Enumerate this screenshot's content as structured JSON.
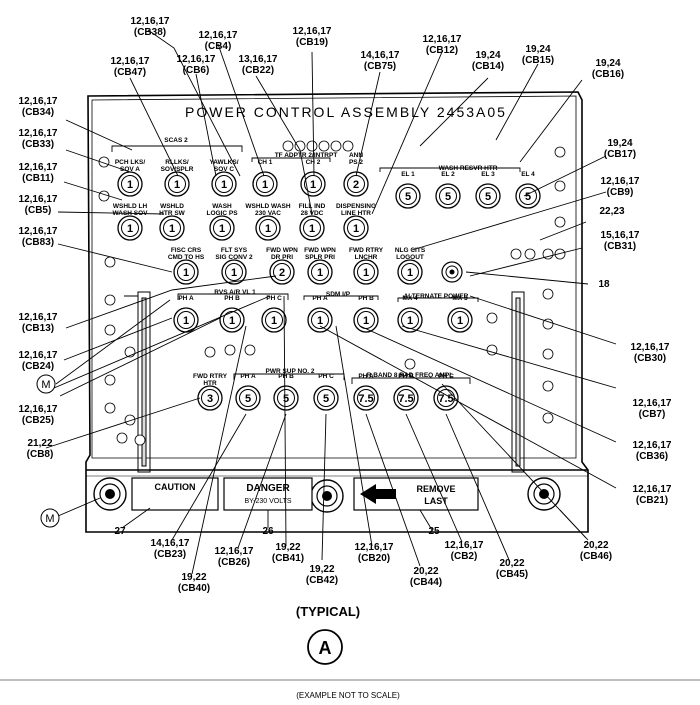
{
  "panel_title": "POWER CONTROL ASSEMBLY 2453A05",
  "view_label": "(TYPICAL)",
  "view_letter": "A",
  "footnote": "(EXAMPLE NOT TO SCALE)",
  "placards": {
    "caution": "CAUTION",
    "danger_line1": "DANGER",
    "danger_line2": "BY-230 VOLTS",
    "remove_line1": "REMOVE",
    "remove_line2": "LAST"
  },
  "group_labels": {
    "scas2": "SCAS 2",
    "tfadptr": "TF ADPTR 2/INTRPT",
    "ann": "ANN",
    "wash_resvr": "WASH RESVR HTR",
    "rvs": "RVS A/R VL 1",
    "sdm": "SDM I/P",
    "alt_power": "ALTERNATE POWER",
    "pwr_sup": "PWR SUP NO. 2",
    "r_band": "R BAND 8 RAD FREQ AMPL"
  },
  "breakers": [
    {
      "id": "cb34",
      "num": "1",
      "l1": "PCH LKS/",
      "l2": "SOV A"
    },
    {
      "id": "cb47",
      "num": "1",
      "l1": "RLLKS/",
      "l2": "SOV/SPLR"
    },
    {
      "id": "cb38",
      "num": "1",
      "l1": "YAWLKS/",
      "l2": "SOV C"
    },
    {
      "id": "cb4",
      "num": "1",
      "l1": "CH 1",
      "l2": ""
    },
    {
      "id": "cb19",
      "num": "1",
      "l1": "CH 2",
      "l2": ""
    },
    {
      "id": "cb75",
      "num": "2",
      "l1": "PS 2",
      "l2": ""
    },
    {
      "id": "cb14",
      "num": "5",
      "l1": "EL 1",
      "l2": ""
    },
    {
      "id": "cb15",
      "num": "5",
      "l1": "EL 2",
      "l2": ""
    },
    {
      "id": "cb16",
      "num": "5",
      "l1": "EL 3",
      "l2": ""
    },
    {
      "id": "cb17",
      "num": "5",
      "l1": "EL 4",
      "l2": ""
    },
    {
      "id": "cb5",
      "num": "1",
      "l1": "WSHLD LH",
      "l2": "WASH SOV"
    },
    {
      "id": "cb33",
      "num": "1",
      "l1": "WSHLD",
      "l2": "HTR SW"
    },
    {
      "id": "cb6",
      "num": "1",
      "l1": "WASH",
      "l2": "LOGIC PS"
    },
    {
      "id": "cb22",
      "num": "1",
      "l1": "WSHLD WASH",
      "l2": "230 VAC"
    },
    {
      "id": "cb12",
      "num": "1",
      "l1": "FILL IND",
      "l2": "28 VDC"
    },
    {
      "id": "cb11",
      "num": "1",
      "l1": "DISPENSING",
      "l2": "LINE HTR"
    },
    {
      "id": "cb83",
      "num": "1",
      "l1": "FISC CRS",
      "l2": "CMD TO HS"
    },
    {
      "id": "cb31",
      "num": "1",
      "l1": "FLT SYS",
      "l2": "SIG CONV 2"
    },
    {
      "id": "cb13",
      "num": "2",
      "l1": "FWD WPN",
      "l2": "DR PRI"
    },
    {
      "id": "cb9",
      "num": "1",
      "l1": "FWD WPN",
      "l2": "SPLR PRI"
    },
    {
      "id": "cb10",
      "num": "1",
      "l1": "FWD RTRY",
      "l2": "LNCHR"
    },
    {
      "id": "cb30",
      "num": "1",
      "l1": "NLG CITS",
      "l2": "LOGOUT"
    },
    {
      "id": "cb24",
      "num": "1",
      "l1": "PH A",
      "l2": ""
    },
    {
      "id": "cb25",
      "num": "1",
      "l1": "PH B",
      "l2": ""
    },
    {
      "id": "cb23",
      "num": "1",
      "l1": "PH C",
      "l2": ""
    },
    {
      "id": "cb26",
      "num": "1",
      "l1": "PH A",
      "l2": ""
    },
    {
      "id": "cb20",
      "num": "1",
      "l1": "PH B",
      "l2": ""
    },
    {
      "id": "cb7",
      "num": "1",
      "l1": "MX 4",
      "l2": ""
    },
    {
      "id": "cb36",
      "num": "1",
      "l1": "MX 5",
      "l2": ""
    },
    {
      "id": "cb8",
      "num": "3",
      "l1": "FWD RTRY",
      "l2": "HTR"
    },
    {
      "id": "cb40",
      "num": "5",
      "l1": "PH A",
      "l2": ""
    },
    {
      "id": "cb41",
      "num": "5",
      "l1": "PH B",
      "l2": ""
    },
    {
      "id": "cb42",
      "num": "5",
      "l1": "PH C",
      "l2": ""
    },
    {
      "id": "cb2",
      "num": "7.5",
      "l1": "PH A",
      "l2": ""
    },
    {
      "id": "cb44",
      "num": "7.5",
      "l1": "PH B",
      "l2": ""
    },
    {
      "id": "cb45",
      "num": "7.5",
      "l1": "PH C",
      "l2": ""
    }
  ],
  "callouts": [
    {
      "id": "t-cb38",
      "l1": "12,16,17",
      "l2": "(CB38)"
    },
    {
      "id": "t-cb4",
      "l1": "12,16,17",
      "l2": "(CB4)"
    },
    {
      "id": "t-cb19",
      "l1": "12,16,17",
      "l2": "(CB19)"
    },
    {
      "id": "t-cb47",
      "l1": "12,16,17",
      "l2": "(CB47)"
    },
    {
      "id": "t-cb6",
      "l1": "12,16,17",
      "l2": "(CB6)"
    },
    {
      "id": "t-cb22",
      "l1": "13,16,17",
      "l2": "(CB22)"
    },
    {
      "id": "t-cb75",
      "l1": "14,16,17",
      "l2": "(CB75)"
    },
    {
      "id": "t-cb12",
      "l1": "12,16,17",
      "l2": "(CB12)"
    },
    {
      "id": "t-cb14",
      "l1": "19,24",
      "l2": "(CB14)"
    },
    {
      "id": "t-cb15",
      "l1": "19,24",
      "l2": "(CB15)"
    },
    {
      "id": "t-cb16",
      "l1": "19,24",
      "l2": "(CB16)"
    },
    {
      "id": "t-cb34",
      "l1": "12,16,17",
      "l2": "(CB34)"
    },
    {
      "id": "t-cb33",
      "l1": "12,16,17",
      "l2": "(CB33)"
    },
    {
      "id": "t-cb11",
      "l1": "12,16,17",
      "l2": "(CB11)"
    },
    {
      "id": "t-cb5",
      "l1": "12,16,17",
      "l2": "(CB5)"
    },
    {
      "id": "t-cb83",
      "l1": "12,16,17",
      "l2": "(CB83)"
    },
    {
      "id": "t-cb17",
      "l1": "19,24",
      "l2": "(CB17)"
    },
    {
      "id": "t-cb9",
      "l1": "12,16,17",
      "l2": "(CB9)"
    },
    {
      "id": "t-2223",
      "l1": "22,23",
      "l2": ""
    },
    {
      "id": "t-cb31",
      "l1": "15,16,17",
      "l2": "(CB31)"
    },
    {
      "id": "t-18",
      "l1": "18",
      "l2": ""
    },
    {
      "id": "t-cb13",
      "l1": "12,16,17",
      "l2": "(CB13)"
    },
    {
      "id": "t-cb24",
      "l1": "12,16,17",
      "l2": "(CB24)"
    },
    {
      "id": "t-cb25",
      "l1": "12,16,17",
      "l2": "(CB25)"
    },
    {
      "id": "t-cb8",
      "l1": "21,22",
      "l2": "(CB8)"
    },
    {
      "id": "t-cb30",
      "l1": "12,16,17",
      "l2": "(CB30)"
    },
    {
      "id": "t-cb7",
      "l1": "12,16,17",
      "l2": "(CB7)"
    },
    {
      "id": "t-cb36",
      "l1": "12,16,17",
      "l2": "(CB36)"
    },
    {
      "id": "t-cb21",
      "l1": "12,16,17",
      "l2": "(CB21)"
    },
    {
      "id": "t-cb46",
      "l1": "20,22",
      "l2": "(CB46)"
    },
    {
      "id": "t-27",
      "l1": "27",
      "l2": ""
    },
    {
      "id": "t-26",
      "l1": "26",
      "l2": ""
    },
    {
      "id": "t-25",
      "l1": "25",
      "l2": ""
    },
    {
      "id": "t-cb23",
      "l1": "14,16,17",
      "l2": "(CB23)"
    },
    {
      "id": "t-cb40",
      "l1": "19,22",
      "l2": "(CB40)"
    },
    {
      "id": "t-cb26",
      "l1": "12,16,17",
      "l2": "(CB26)"
    },
    {
      "id": "t-cb41",
      "l1": "19,22",
      "l2": "(CB41)"
    },
    {
      "id": "t-cb42",
      "l1": "19,22",
      "l2": "(CB42)"
    },
    {
      "id": "t-cb20",
      "l1": "12,16,17",
      "l2": "(CB20)"
    },
    {
      "id": "t-cb44",
      "l1": "20,22",
      "l2": "(CB44)"
    },
    {
      "id": "t-cb2",
      "l1": "12,16,17",
      "l2": "(CB2)"
    },
    {
      "id": "t-cb45",
      "l1": "20,22",
      "l2": "(CB45)"
    }
  ],
  "markers": {
    "m1": "M",
    "m2": "M"
  }
}
